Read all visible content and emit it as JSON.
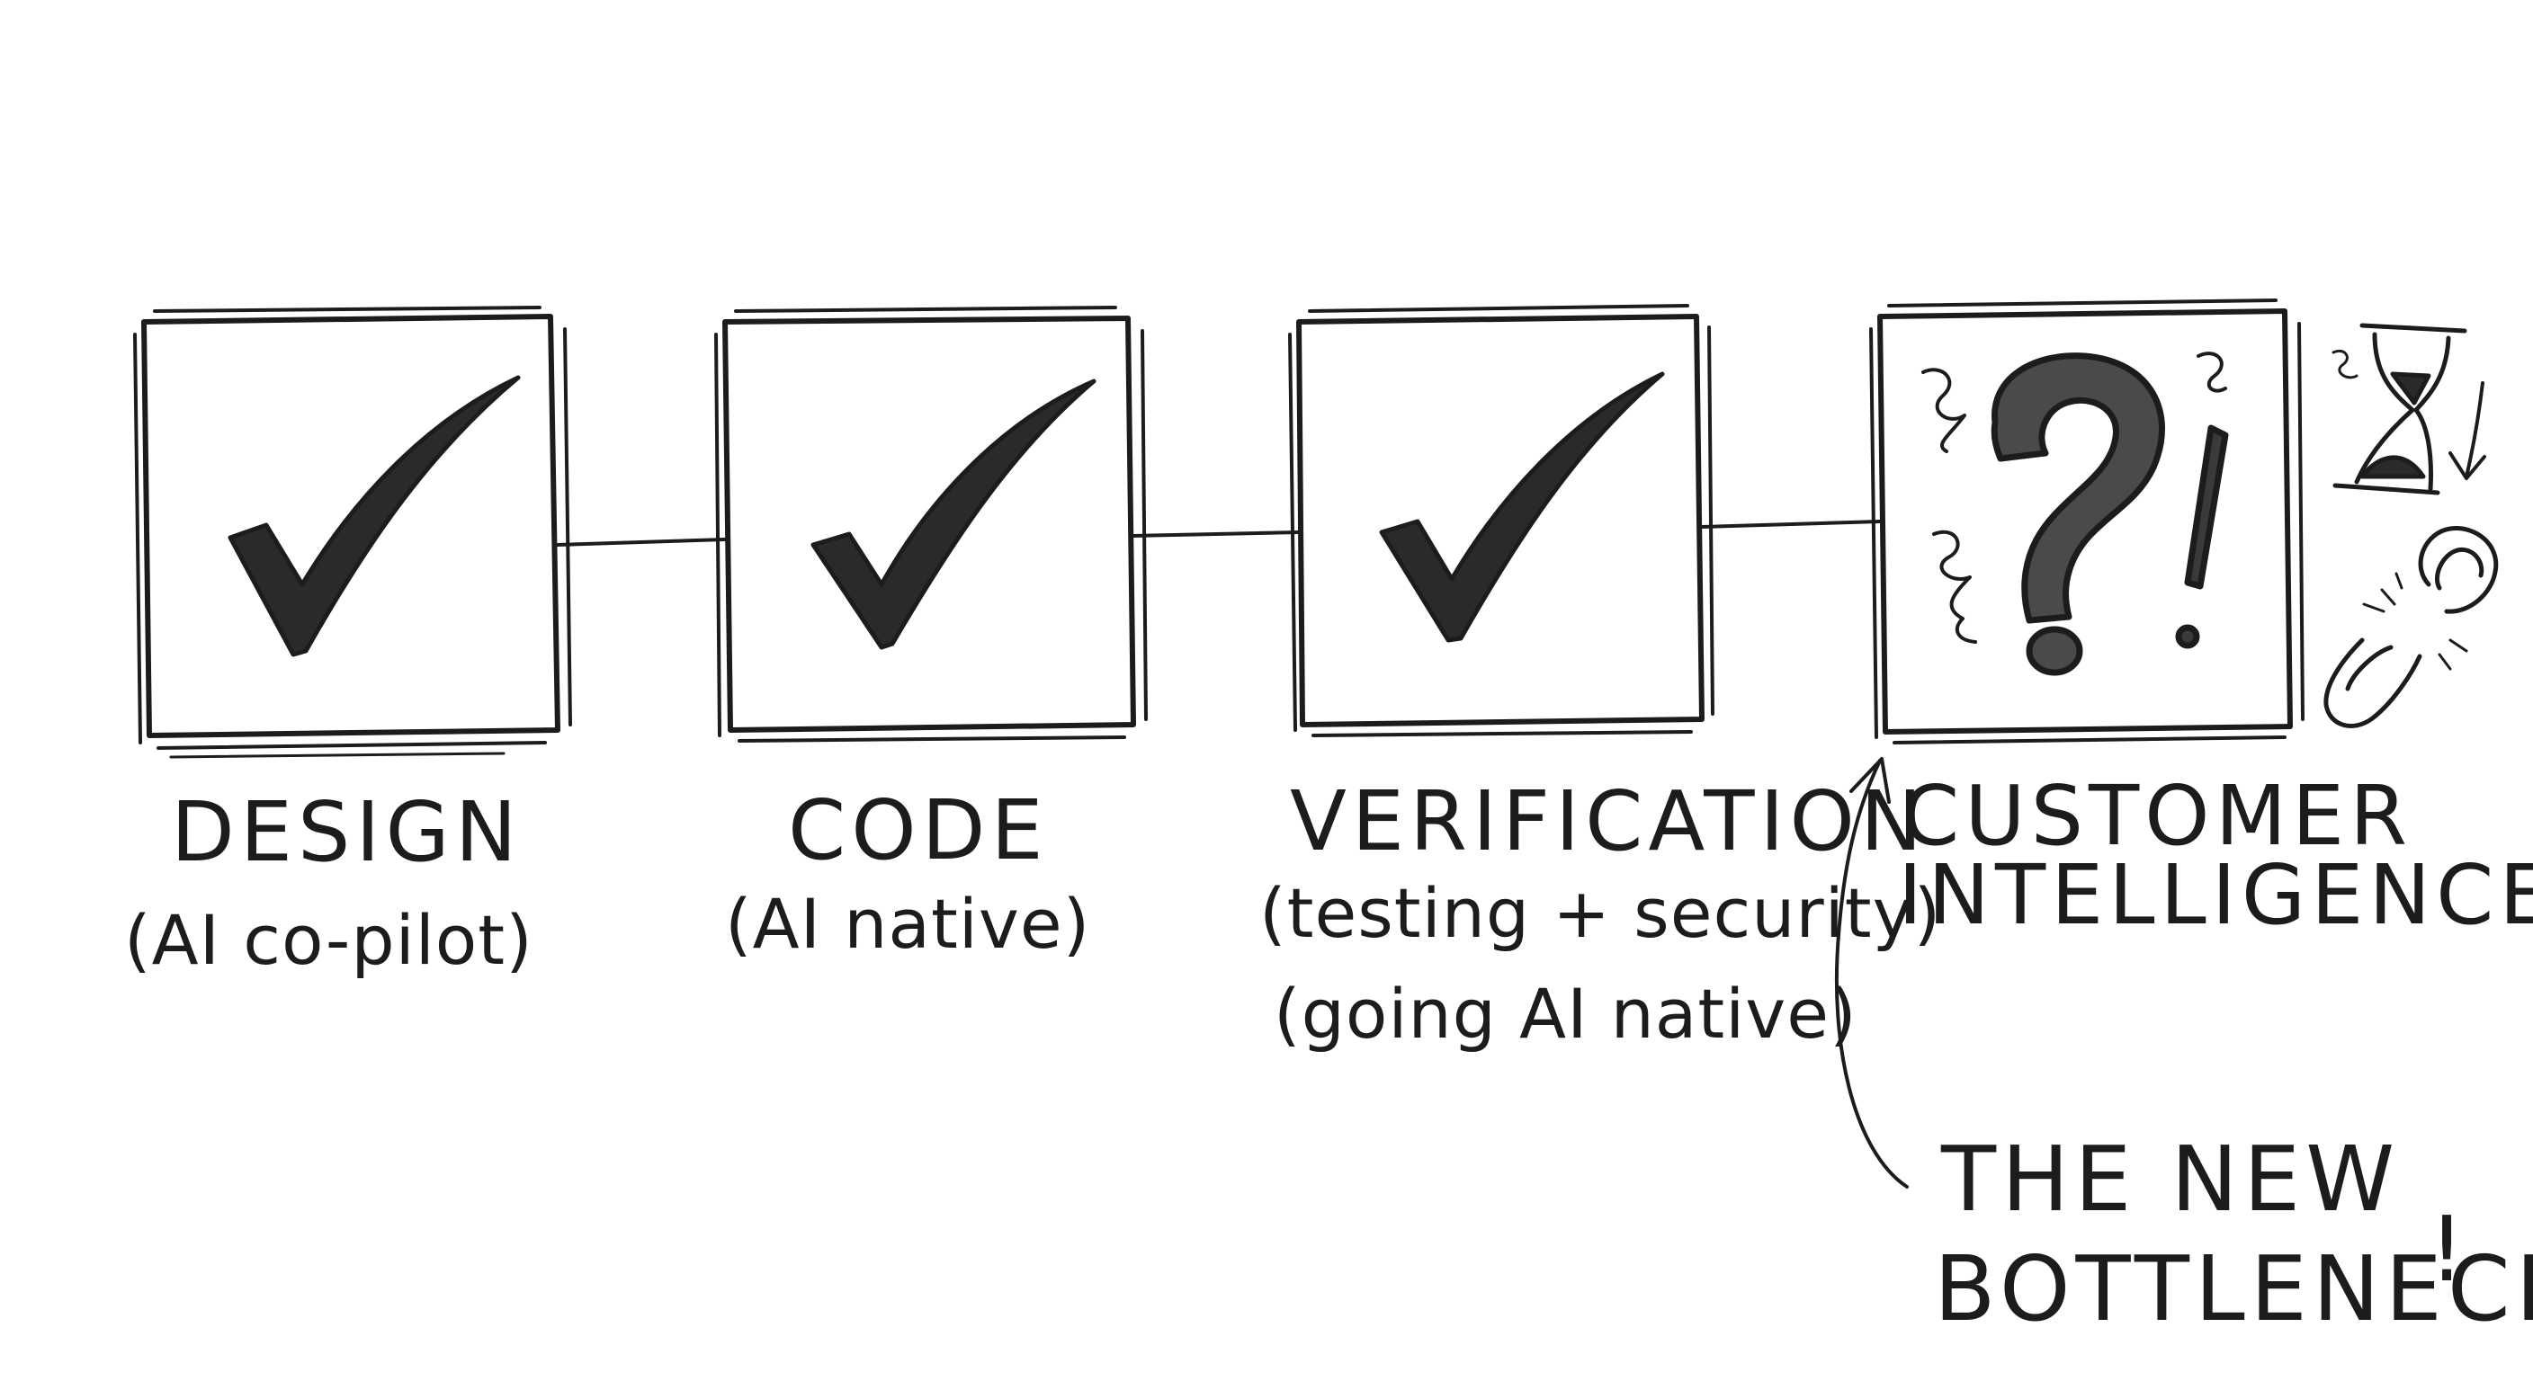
{
  "stages": [
    {
      "title": "DESIGN",
      "subtitle": "(AI co-pilot)",
      "subtitle2": "",
      "status": "check-icon"
    },
    {
      "title": "CODE",
      "subtitle": "(AI native)",
      "subtitle2": "",
      "status": "check-icon"
    },
    {
      "title": "VERIFICATION",
      "subtitle": "(testing + security)",
      "subtitle2": "(going AI native)",
      "status": "check-icon"
    },
    {
      "title": "CUSTOMER",
      "subtitle": "INTELLIGENCE",
      "subtitle2": "",
      "status": "question-exclamation-icon"
    }
  ],
  "callout": {
    "line1": "THE NEW",
    "line2": "BOTTLENECK",
    "mark": "!"
  },
  "side_icons": [
    "hourglass-icon",
    "down-arrow-icon",
    "broken-chain-icon"
  ],
  "colors": {
    "ink": "#1c1c1c",
    "background": "#ffffff"
  }
}
